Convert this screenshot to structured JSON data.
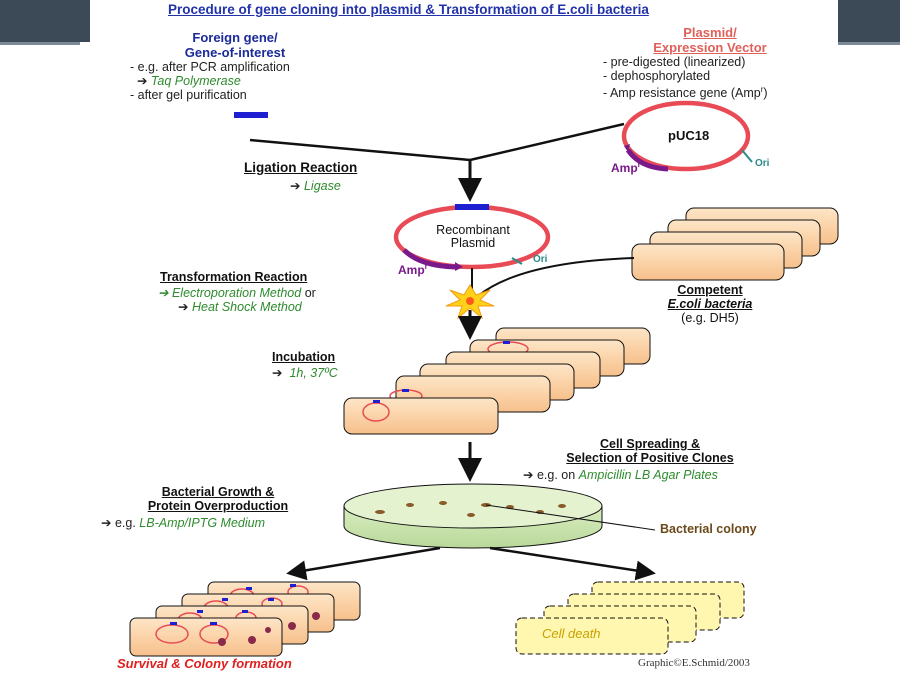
{
  "title": "Procedure of gene cloning into plasmid & Transformation of E.coli bacteria",
  "foreign": {
    "heading1": "Foreign gene/",
    "heading2": "Gene-of-interest",
    "line1": "- e.g. after PCR amplification",
    "line2_arrow": "➔",
    "line2": "Taq Polymerase",
    "line3": "- after gel purification"
  },
  "vector": {
    "heading1": "Plasmid/",
    "heading2": "Expression Vector",
    "line1": "- pre-digested (linearized)",
    "line2": "- dephosphorylated",
    "line3": "- Amp resistance gene (Amp",
    "line3_sup": "r",
    "line3_end": ")",
    "plasmid_name": "pUC18",
    "amp": "Amp",
    "amp_sup": "r",
    "ori": "Ori"
  },
  "ligation": {
    "label": "Ligation Reaction",
    "arrow": "➔",
    "enzyme": "Ligase"
  },
  "recombinant": {
    "line1": "Recombinant",
    "line2": "Plasmid",
    "amp": "Amp",
    "amp_sup": "r",
    "ori": "Ori"
  },
  "transformation": {
    "label": "Transformation Reaction",
    "method1": "Electroporation Method",
    "or": "or",
    "method2": "Heat Shock Method",
    "arrow": "➔"
  },
  "competent": {
    "line1": "Competent",
    "line2": "E.coli bacteria",
    "line3": "(e.g. DH5)"
  },
  "incubation": {
    "label": "Incubation",
    "arrow": "➔",
    "condition": "1h, 37ºC"
  },
  "spreading": {
    "line1": "Cell Spreading &",
    "line2": "Selection of Positive Clones",
    "prefix": "➔ e.g. on",
    "plates": "Ampicillin LB Agar Plates"
  },
  "growth": {
    "line1": "Bacterial Growth &",
    "line2": "Protein Overproduction",
    "prefix": "➔ e.g.",
    "medium": "LB-Amp/IPTG Medium"
  },
  "colony_label": "Bacterial colony",
  "survival": "Survival & Colony formation",
  "cell_death": "Cell death",
  "credit": "Graphic©E.Schmid/2003",
  "colors": {
    "accent_blue": "#2233aa",
    "heading_red": "#e0605a",
    "green_text": "#2e8b2e",
    "plasmid_red": "#e84b55",
    "amp_purple": "#7a1a8a",
    "cell_fill": "#fbd3a8",
    "dead_fill": "#fff7b0"
  }
}
